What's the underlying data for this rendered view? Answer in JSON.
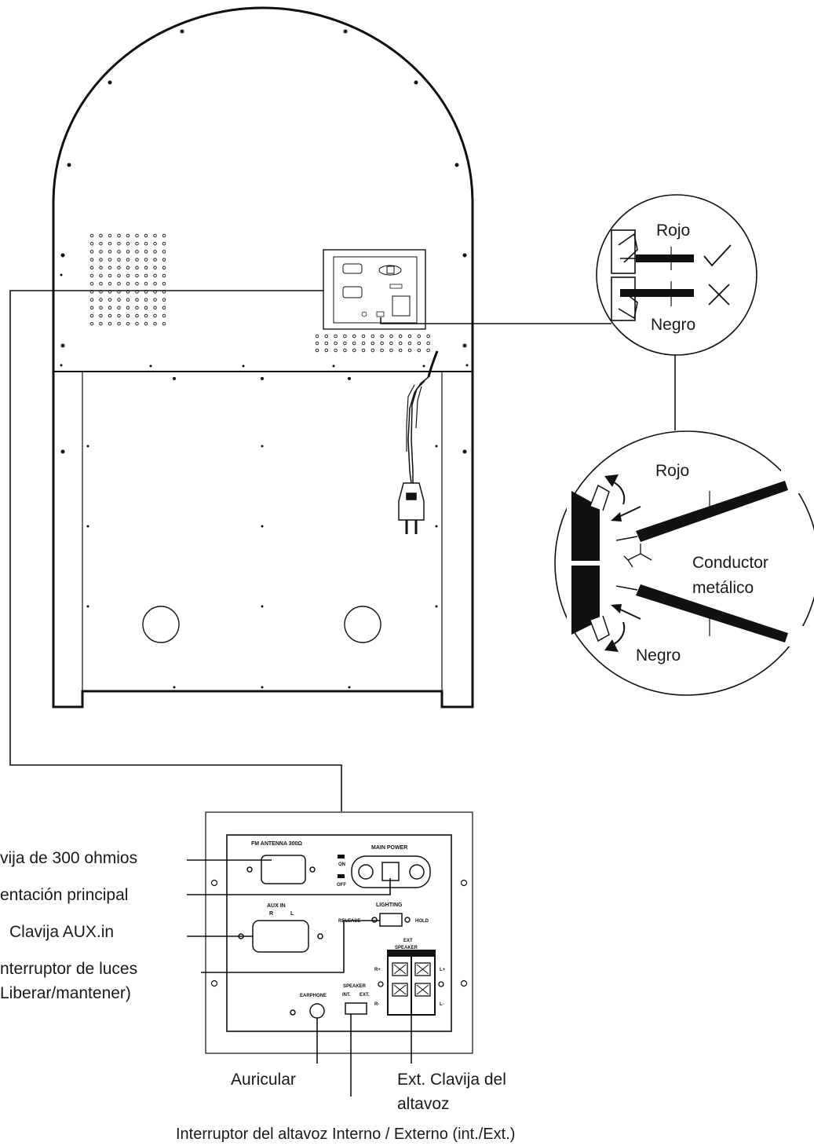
{
  "callouts": {
    "top": {
      "rojo": "Rojo",
      "negro": "Negro"
    },
    "bottom": {
      "rojo": "Rojo",
      "conductor_line1": "Conductor",
      "conductor_line2": "metálico",
      "negro": "Negro"
    }
  },
  "labels": {
    "fm_jack": "vija de 300 ohmios",
    "main_power": "entación principal",
    "aux_in": "Clavija AUX.in",
    "light_switch_line1": "nterruptor de luces",
    "light_switch_line2": "Liberar/mantener)",
    "earphone": "Auricular",
    "ext_speaker_line1": "Ext. Clavija del",
    "ext_speaker_line2": "altavoz",
    "speaker_switch": "Interruptor del altavoz Interno / Externo (int./Ext.)"
  },
  "panel": {
    "fm_antenna": "FM ANTENNA 300Ω",
    "main_power": "MAIN POWER",
    "on": "ON",
    "off": "OFF",
    "aux_in": "AUX  IN",
    "aux_r": "R",
    "aux_l": "L",
    "lighting": "LIGHTING",
    "release": "RELEASE",
    "hold": "HOLD",
    "ext_speaker_1": "EXT",
    "ext_speaker_2": "SPEAKER",
    "r_plus": "R+",
    "r_minus": "R-",
    "l_plus": "L+",
    "l_minus": "L-",
    "earphone": "EARPHONE",
    "speaker": "SPEAKER",
    "int": "INT.",
    "ext": "EXT."
  },
  "icons": {
    "check": "check-icon",
    "cross": "cross-icon",
    "plug": "power-plug-icon"
  },
  "colors": {
    "line": "#111111",
    "background": "#ffffff"
  }
}
